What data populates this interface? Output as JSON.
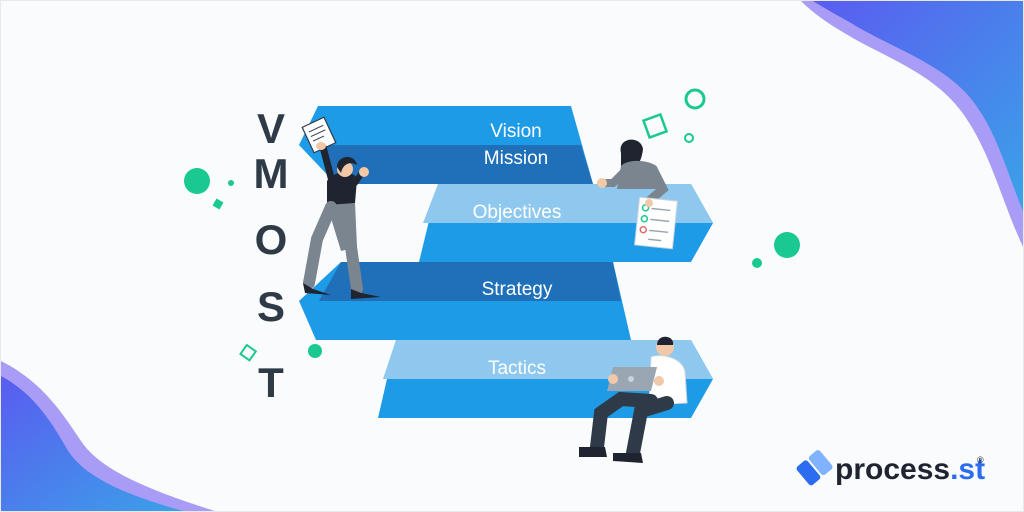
{
  "letters": [
    "V",
    "M",
    "O",
    "S",
    "T"
  ],
  "layers": [
    {
      "label": "Vision"
    },
    {
      "label": "Mission"
    },
    {
      "label": "Objectives"
    },
    {
      "label": "Strategy"
    },
    {
      "label": "Tactics"
    }
  ],
  "brand": {
    "name": "process",
    "suffix": ".st",
    "mark": "®"
  },
  "colors": {
    "blue": "#1e9be6",
    "dark_blue": "#1f70b8",
    "light_blue": "#8ec8ef",
    "teal": "#19c991",
    "purple": "#6b5cf0",
    "letter": "#2f3a48"
  },
  "icons": [
    "process-st-logo-icon",
    "checklist-icon",
    "laptop-icon"
  ]
}
